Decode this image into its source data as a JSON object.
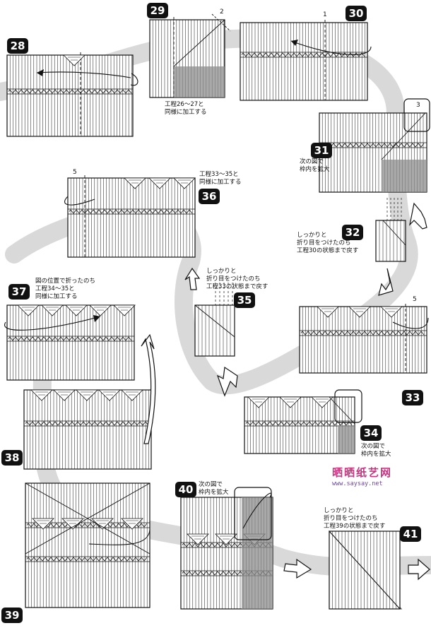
{
  "steps": [
    {
      "num": "28"
    },
    {
      "num": "29"
    },
    {
      "num": "30"
    },
    {
      "num": "31"
    },
    {
      "num": "32"
    },
    {
      "num": "33"
    },
    {
      "num": "34"
    },
    {
      "num": "35"
    },
    {
      "num": "36"
    },
    {
      "num": "37"
    },
    {
      "num": "38"
    },
    {
      "num": "39"
    },
    {
      "num": "40"
    },
    {
      "num": "41"
    }
  ],
  "notes": {
    "n29": "工程26～27と\n同様に加工する",
    "n31": "次の図で\n枠内を拡大",
    "n32": "しっかりと\n折り目をつけたのち\n工程30の状態まで戻す",
    "n34": "次の図で\n枠内を拡大",
    "n35": "しっかりと\n折り目をつけたのち\n工程33の状態まで戻す",
    "n36": "工程33～35と\n同様に加工する",
    "n37": "図の位置で折ったのち\n工程34～35と\n同様に加工する",
    "n40": "次の図で\n枠内を拡大",
    "n41": "しっかりと\n折り目をつけたのち\n工程39の状態まで戻す"
  },
  "ticks": {
    "t29": "2",
    "t30": "1",
    "t31": "3",
    "t33": "5",
    "t36": "5"
  },
  "watermark": {
    "site_cn": "晒晒纸艺网",
    "url": "www.saysay.net"
  },
  "colors": {
    "ink": "#111111",
    "band": "#d9d9d9",
    "shade": "#8c8c8c",
    "paper": "#ffffff",
    "watermark": "#c8347f"
  }
}
